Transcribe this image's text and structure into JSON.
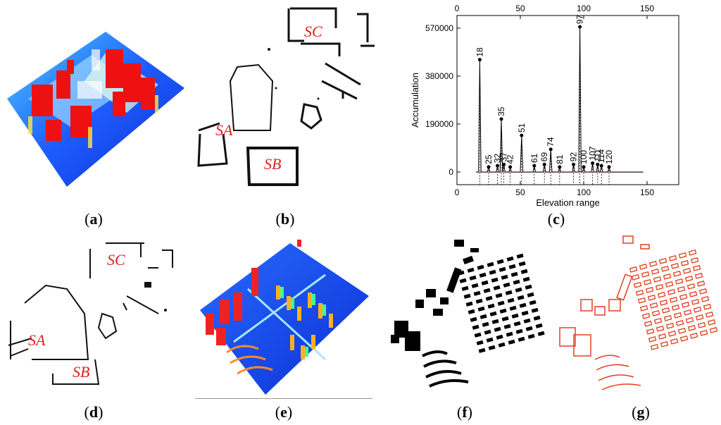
{
  "captions": {
    "a": "a",
    "b": "b",
    "c": "c",
    "d": "d",
    "e": "e",
    "f": "f",
    "g": "g"
  },
  "region_labels": {
    "sc": "SC",
    "sa": "SA",
    "sb": "SB"
  },
  "chart_data": {
    "type": "line",
    "xlabel": "Elevation range",
    "ylabel": "Accumulation",
    "xlim": [
      0,
      175
    ],
    "ylim": [
      -50000,
      620000
    ],
    "x_ticks": [
      "0",
      "50",
      "100",
      "150"
    ],
    "y_ticks": [
      "0",
      "190000",
      "380000",
      "570000"
    ],
    "peaks": [
      {
        "x": 18,
        "y": 445000,
        "label": "18"
      },
      {
        "x": 25,
        "y": 20000,
        "label": "25"
      },
      {
        "x": 32,
        "y": 25000,
        "label": "32"
      },
      {
        "x": 35,
        "y": 210000,
        "label": "35"
      },
      {
        "x": 37,
        "y": 30000,
        "label": "37"
      },
      {
        "x": 42,
        "y": 20000,
        "label": "42"
      },
      {
        "x": 51,
        "y": 145000,
        "label": "51"
      },
      {
        "x": 61,
        "y": 25000,
        "label": "61"
      },
      {
        "x": 69,
        "y": 30000,
        "label": "69"
      },
      {
        "x": 74,
        "y": 90000,
        "label": "74"
      },
      {
        "x": 81,
        "y": 20000,
        "label": "81"
      },
      {
        "x": 92,
        "y": 30000,
        "label": "92"
      },
      {
        "x": 97,
        "y": 575000,
        "label": "97"
      },
      {
        "x": 100,
        "y": 20000,
        "label": "100"
      },
      {
        "x": 107,
        "y": 35000,
        "label": "107"
      },
      {
        "x": 111,
        "y": 30000,
        "label": "111"
      },
      {
        "x": 114,
        "y": 25000,
        "label": "114"
      },
      {
        "x": 120,
        "y": 20000,
        "label": "120"
      }
    ]
  }
}
